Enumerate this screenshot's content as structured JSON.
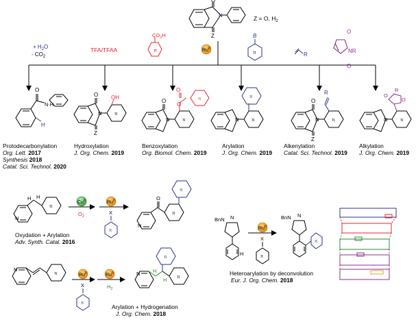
{
  "colors": {
    "red": "#e8262c",
    "blue": "#2e3192",
    "green": "#2e8b2e",
    "purple": "#8e2c8e",
    "orange": "#f39a1e",
    "black": "#000000"
  },
  "top": {
    "z_note": "Z = O, H",
    "z_note_sub": "2",
    "atoms": {
      "o": "O",
      "n": "N",
      "z": "Z"
    }
  },
  "conditions": {
    "h2o": "+ H",
    "h2o_sub": "2",
    "h2o_end": "O",
    "co2": "- CO",
    "co2_sub": "2",
    "tfa": "TFA/TFAA",
    "co2h": "CO",
    "co2h_sub": "2",
    "co2h_end": "H",
    "ru": "Ru",
    "ru_sup": "II",
    "boron": "B",
    "alkene_r": "R",
    "maleimide_r": "NR",
    "maleimide_o": "O",
    "pi": "π"
  },
  "products": [
    {
      "title": "Protodecarbonylation",
      "refs": [
        {
          "journal": "Org. Lett.",
          "year": "2017"
        },
        {
          "journal": "Synthesis",
          "year": "2018"
        },
        {
          "journal": "Catal. Sci. Technol.",
          "year": "2020"
        }
      ]
    },
    {
      "title": "Hydroxylation",
      "refs": [
        {
          "journal": "J. Org. Chem.",
          "year": "2019"
        }
      ]
    },
    {
      "title": "Benzoxylation",
      "refs": [
        {
          "journal": "Org. Biomol. Chem.",
          "year": "2019"
        }
      ]
    },
    {
      "title": "Arylation",
      "refs": [
        {
          "journal": "J. Org. Chem.",
          "year": "2019"
        }
      ]
    },
    {
      "title": "Alkenylation",
      "refs": [
        {
          "journal": "Catal. Sci. Technol.",
          "year": "2019"
        }
      ]
    },
    {
      "title": "Alkylation",
      "refs": [
        {
          "journal": "J. Org. Chem.",
          "year": "2019"
        }
      ]
    }
  ],
  "product_atoms": {
    "h": "H",
    "n": "N",
    "o": "O",
    "oh": "OH",
    "z": "Z",
    "r": "R"
  },
  "oxydation": {
    "title": "Oxydation + Arylation",
    "journal": "Adv. Synth. Catal.",
    "year": "2016",
    "cu": "Cu",
    "cu_sup": "II",
    "o2": "O",
    "o2_sub": "2",
    "x": "X",
    "atoms": {
      "h": "H",
      "n": "N",
      "o": "O"
    }
  },
  "hydrogenation": {
    "title": "Arylation + Hydrogenation",
    "journal": "J. Org. Chem.",
    "year": "2018",
    "h2": "H",
    "h2_sub": "2",
    "x": "X",
    "atoms": {
      "n": "N",
      "h": "H"
    }
  },
  "heteroarylation": {
    "title": "Heteroarylation by deconvolution",
    "journal": "Eur. J. Org. Chem.",
    "year": "2018",
    "bn": "Bn",
    "bn_n": "N",
    "triazole_n": "N",
    "x": "X"
  }
}
